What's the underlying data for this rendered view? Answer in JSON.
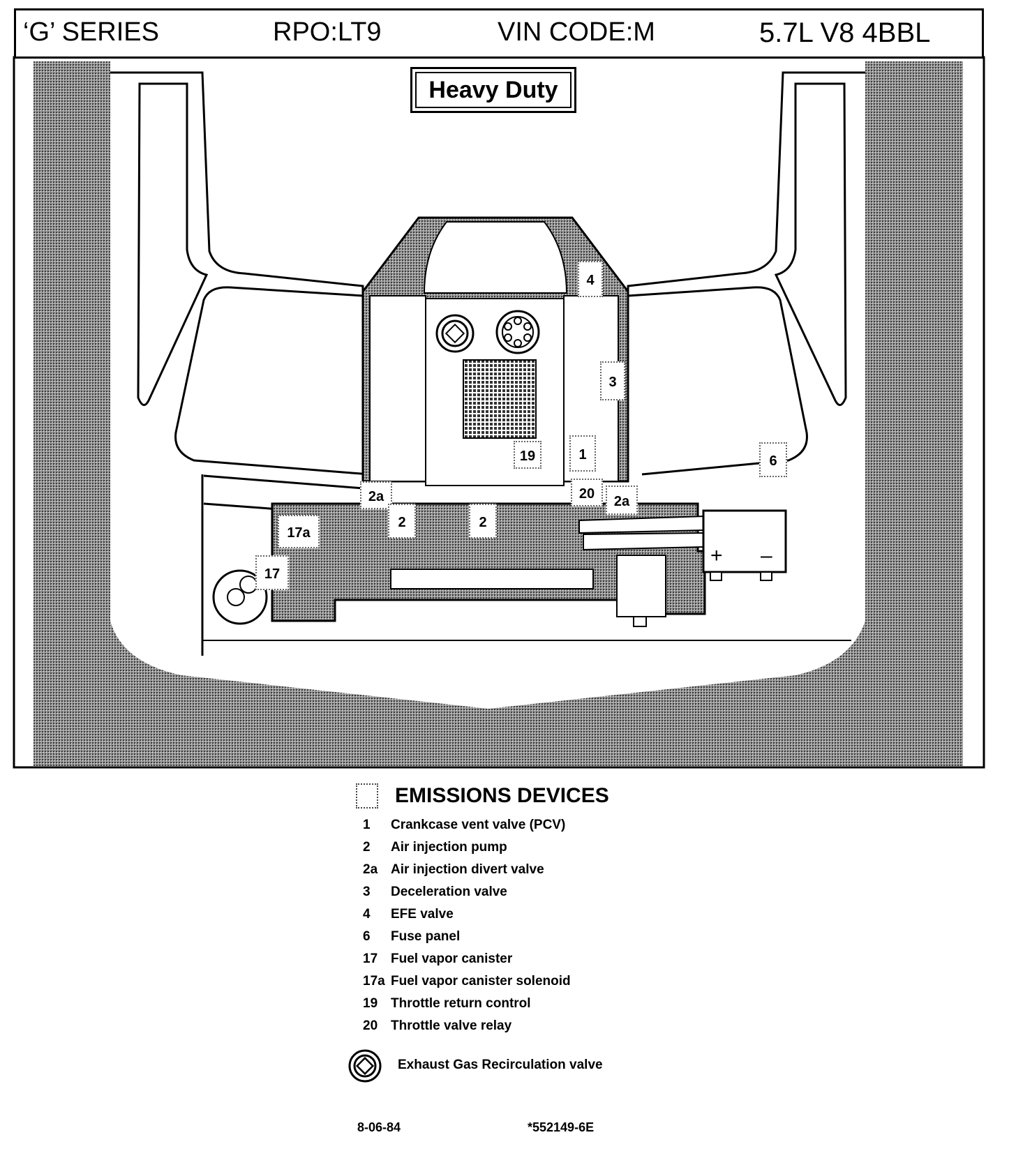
{
  "header": {
    "series": "‘G’ SERIES",
    "rpo": "RPO:LT9",
    "vin": "VIN CODE:M",
    "engine": "5.7L  V8 4BBL"
  },
  "callout": "Heavy Duty",
  "tags": {
    "t1": "1",
    "t2_left": "2",
    "t2_right": "2",
    "t2a_left": "2a",
    "t2a_right": "2a",
    "t3": "3",
    "t4": "4",
    "t6": "6",
    "t17": "17",
    "t17a": "17a",
    "t19": "19",
    "t20": "20"
  },
  "battery": {
    "plus": "+",
    "minus": "–"
  },
  "legend": {
    "title": "EMISSIONS DEVICES",
    "items": [
      {
        "num": "1",
        "label": "Crankcase vent valve (PCV)"
      },
      {
        "num": "2",
        "label": "Air injection pump"
      },
      {
        "num": "2a",
        "label": "Air injection divert valve"
      },
      {
        "num": "3",
        "label": "Deceleration valve"
      },
      {
        "num": "4",
        "label": "EFE  valve"
      },
      {
        "num": "6",
        "label": "Fuse panel"
      },
      {
        "num": "17",
        "label": "Fuel vapor canister"
      },
      {
        "num": "17a",
        "label": "Fuel vapor canister solenoid"
      },
      {
        "num": "19",
        "label": "Throttle return control"
      },
      {
        "num": "20",
        "label": "Throttle valve relay"
      }
    ],
    "egr_label": "Exhaust Gas Recirculation valve"
  },
  "footer": {
    "date": "8-06-84",
    "code": "*552149-6E"
  }
}
